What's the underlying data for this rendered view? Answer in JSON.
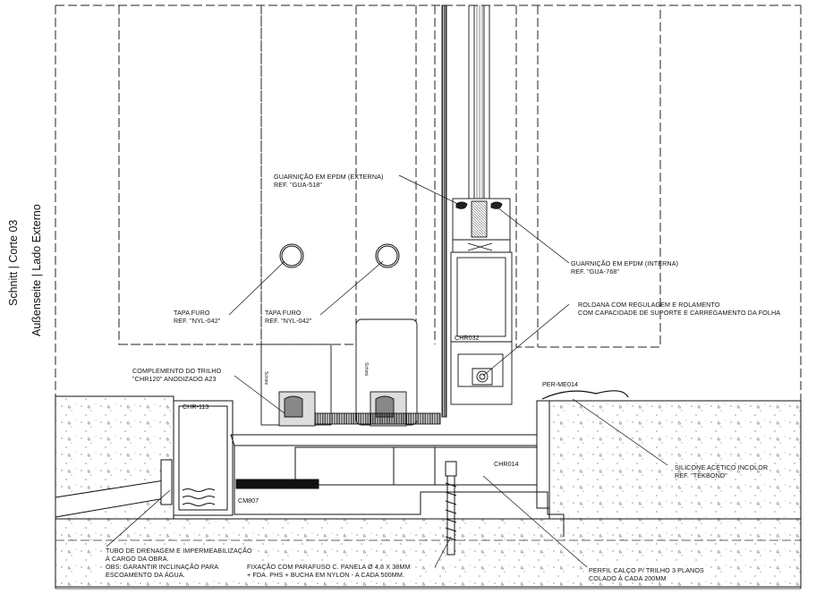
{
  "title": {
    "line1": "Schnitt | Corte 03",
    "line2": "Außenseite | Lado Externo"
  },
  "annotations": {
    "guarnicao_externa": {
      "line1": "GUARNIÇÃO EM EPDM (EXTERNA)",
      "line2": "REF. \"GUA-518\""
    },
    "guarnicao_interna": {
      "line1": "GUARNIÇÃO EM EPDM (INTERNA)",
      "line2": "REF. \"GUA-768\""
    },
    "roldana": {
      "line1": "ROLDANA COM REGULAGEM E ROLAMENTO",
      "line2": "COM CAPACIDADE DE SUPORTE E CARREGAMENTO DA FOLHA"
    },
    "tapa_furo_1": {
      "line1": "TAPA FURO",
      "line2": "REF. \"NYL-042\""
    },
    "tapa_furo_2": {
      "line1": "TAPA FURO",
      "line2": "REF. \"NYL-042\""
    },
    "complemento": {
      "line1": "COMPLEMENTO DO TRILHO",
      "line2": "\"CHR120\" ANODIZADO A23"
    },
    "silicone": {
      "line1": "SILICONE ACÉTICO INCOLOR",
      "line2": "REF. \"TEKBOND\""
    },
    "tubo": {
      "line1": "TUBO DE DRENAGEM E IMPERMEABILIZAÇÃO",
      "line2": "À CARGO DA OBRA.",
      "line3": "OBS: GARANTIR INCLINAÇÃO PARA",
      "line4": "ESCOAMENTO DA ÁGUA."
    },
    "fixacao": {
      "line1": "FIXAÇÃO COM PARAFUSO C. PANELA Ø 4,8 X 38MM",
      "line2": "+ FDA. PHS + BUCHA EM NYLON - A CADA 500MM."
    },
    "perfil_calco": {
      "line1": "PERFIL CALÇO P/ TRILHO 3 PLANOS",
      "line2": "COLADO À CADA 200MM"
    }
  },
  "part_tags": {
    "chr113": "CHR-113",
    "chr032": "CHR032",
    "chr014": "CHR014",
    "cm807": "CM807",
    "per_me014": "PER-ME014"
  },
  "profile_brand": "Schimi"
}
